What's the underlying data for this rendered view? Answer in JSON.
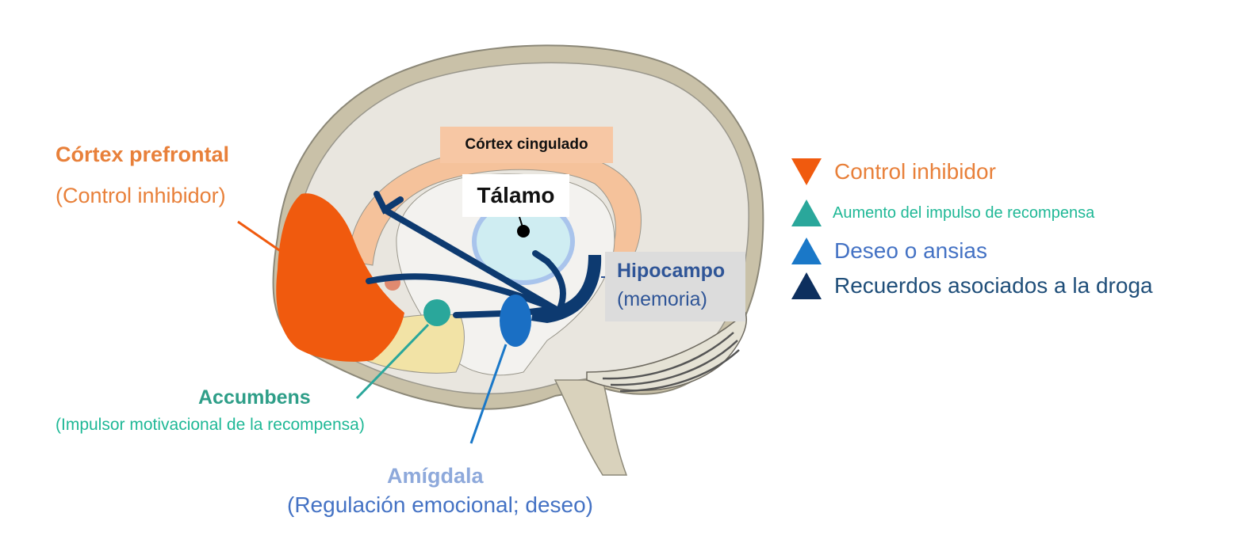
{
  "diagram": {
    "regions": {
      "prefrontal_cortex": {
        "title": "Córtex prefrontal",
        "subtitle": "(Control inhibidor)",
        "color": "#F05A0E"
      },
      "cingulate_cortex": {
        "title": "Córtex cingulado",
        "color": "#F7C7A4"
      },
      "thalamus": {
        "title": "Tálamo",
        "color": "#CFEDF2"
      },
      "hippocampus": {
        "title": "Hipocampo",
        "subtitle": "(memoria)",
        "color": "#0D3A70"
      },
      "accumbens": {
        "title": "Accumbens",
        "subtitle": "(Impulsor motivacional de la recompensa)",
        "color": "#2AA79B"
      },
      "amygdala": {
        "title": "Amígdala",
        "subtitle": "(Regulación emocional; deseo)",
        "color": "#1A6FC4"
      }
    },
    "legend": [
      {
        "icon": "triangle-down-icon",
        "label": "Control inhibidor",
        "color": "#F05A0E"
      },
      {
        "icon": "triangle-up-icon",
        "label": "Aumento del impulso de recompensa",
        "color": "#2AA79B"
      },
      {
        "icon": "triangle-up-icon",
        "label": "Deseo o ansias",
        "color": "#1A78C8"
      },
      {
        "icon": "triangle-up-icon",
        "label": "Recuerdos asociados a la droga",
        "color": "#0D2F5E"
      }
    ],
    "colors": {
      "brain_outer": "#C9C1A8",
      "brain_fill": "#E9E6DF",
      "brain_inner": "#F3F2EF",
      "orbital": "#F2E3A6",
      "pathways": "#0D3A70"
    }
  }
}
